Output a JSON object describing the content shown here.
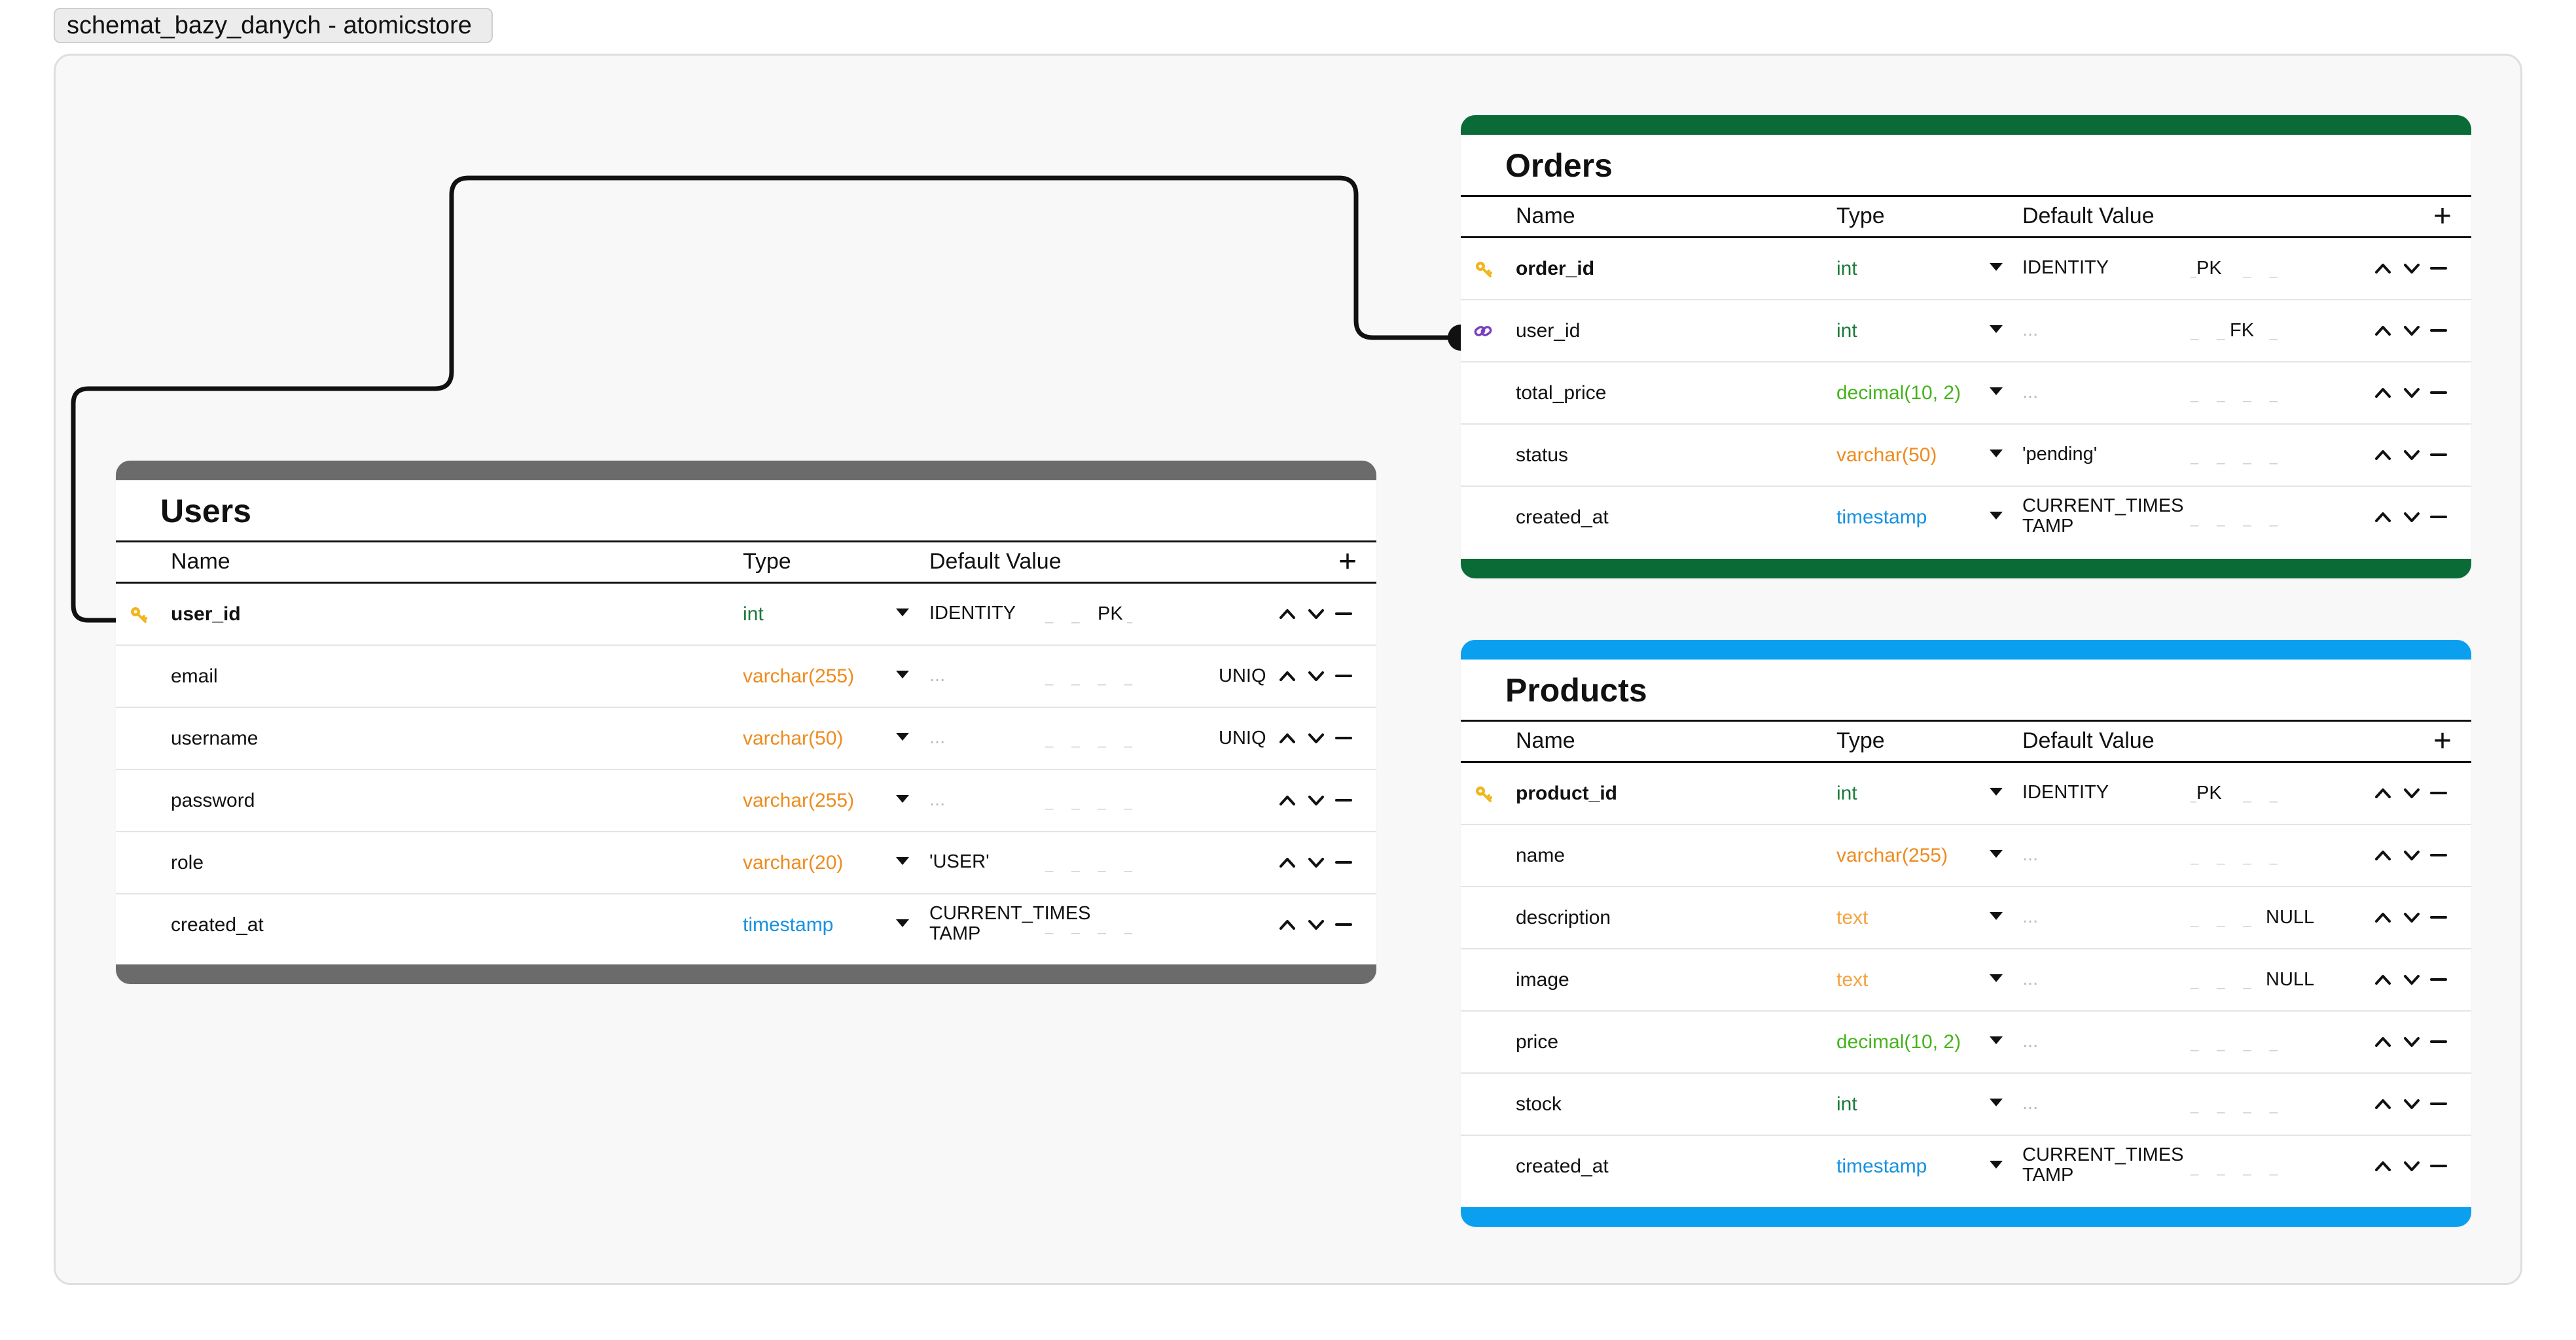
{
  "document": {
    "tab_title": "schemat_bazy_danych - atomicstore"
  },
  "colors": {
    "users_header": "#6b6b6b",
    "orders_header": "#0a6b36",
    "products_header": "#0aa0ef",
    "type_int": "#1b7a3a",
    "type_varchar": "#ee8b1e",
    "type_decimal": "#46b31c",
    "type_timestamp": "#1791e0",
    "type_text": "#f5a340",
    "key_icon": "#f2b51c",
    "link_icon": "#7a3fbf"
  },
  "columns": {
    "name": "Name",
    "type": "Type",
    "default": "Default Value",
    "add": "+"
  },
  "tables": {
    "users": {
      "title": "Users",
      "fields": [
        {
          "name": "user_id",
          "type": "int",
          "default": "IDENTITY",
          "constraint": "PK",
          "icon": "key-icon"
        },
        {
          "name": "email",
          "type": "varchar(255)",
          "default": "...",
          "constraint": "UNIQ",
          "icon": ""
        },
        {
          "name": "username",
          "type": "varchar(50)",
          "default": "...",
          "constraint": "UNIQ",
          "icon": ""
        },
        {
          "name": "password",
          "type": "varchar(255)",
          "default": "...",
          "constraint": "",
          "icon": ""
        },
        {
          "name": "role",
          "type": "varchar(20)",
          "default": "'USER'",
          "constraint": "",
          "icon": ""
        },
        {
          "name": "created_at",
          "type": "timestamp",
          "default": "CURRENT_TIMES TAMP",
          "default_lines": [
            "CURRENT_TIMES",
            "TAMP"
          ],
          "constraint": "",
          "icon": ""
        }
      ]
    },
    "orders": {
      "title": "Orders",
      "fields": [
        {
          "name": "order_id",
          "type": "int",
          "default": "IDENTITY",
          "constraint": "PK",
          "icon": "key-icon"
        },
        {
          "name": "user_id",
          "type": "int",
          "default": "...",
          "constraint": "FK",
          "icon": "link-icon"
        },
        {
          "name": "total_price",
          "type": "decimal(10, 2)",
          "default": "...",
          "constraint": "",
          "icon": ""
        },
        {
          "name": "status",
          "type": "varchar(50)",
          "default": "'pending'",
          "constraint": "",
          "icon": ""
        },
        {
          "name": "created_at",
          "type": "timestamp",
          "default": "CURRENT_TIMES TAMP",
          "default_lines": [
            "CURRENT_TIMES",
            "TAMP"
          ],
          "constraint": "",
          "icon": ""
        }
      ]
    },
    "products": {
      "title": "Products",
      "fields": [
        {
          "name": "product_id",
          "type": "int",
          "default": "IDENTITY",
          "constraint": "PK",
          "icon": "key-icon"
        },
        {
          "name": "name",
          "type": "varchar(255)",
          "default": "...",
          "constraint": "",
          "icon": ""
        },
        {
          "name": "description",
          "type": "text",
          "default": "...",
          "constraint": "NULL",
          "icon": ""
        },
        {
          "name": "image",
          "type": "text",
          "default": "...",
          "constraint": "NULL",
          "icon": ""
        },
        {
          "name": "price",
          "type": "decimal(10, 2)",
          "default": "...",
          "constraint": "",
          "icon": ""
        },
        {
          "name": "stock",
          "type": "int",
          "default": "...",
          "constraint": "",
          "icon": ""
        },
        {
          "name": "created_at",
          "type": "timestamp",
          "default": "CURRENT_TIMES TAMP",
          "default_lines": [
            "CURRENT_TIMES",
            "TAMP"
          ],
          "constraint": "",
          "icon": ""
        }
      ]
    }
  },
  "relationships": [
    {
      "from": "orders.user_id",
      "to": "users.user_id"
    }
  ]
}
